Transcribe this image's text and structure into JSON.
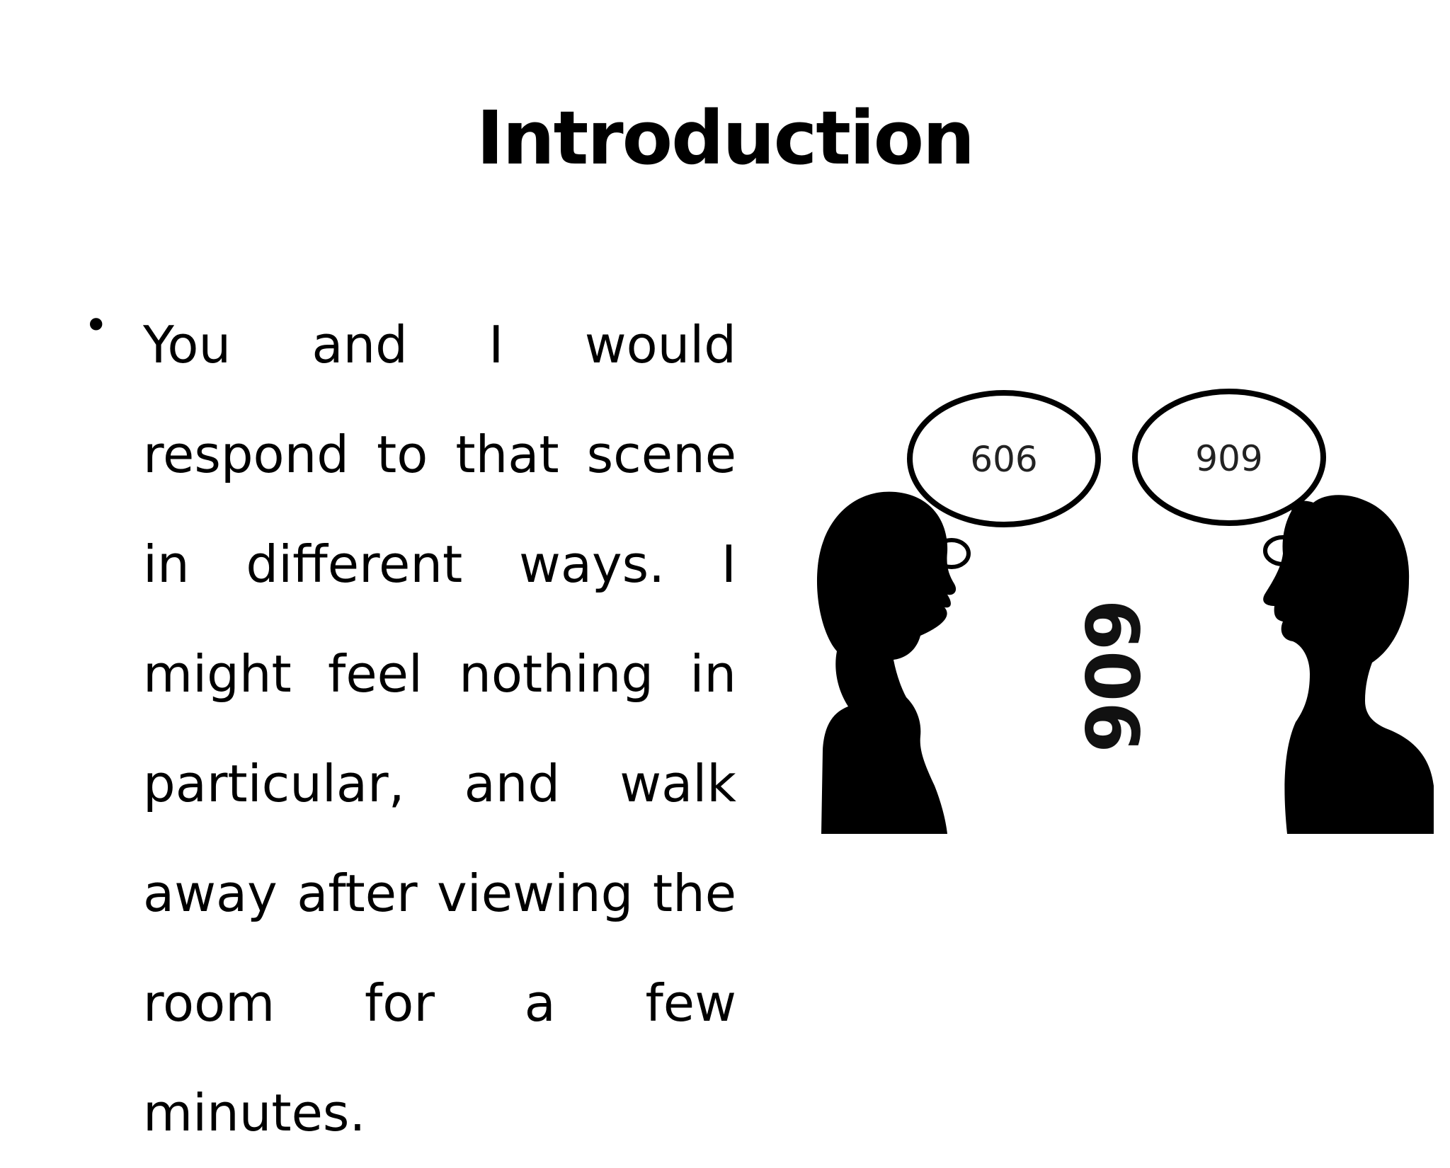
{
  "slide": {
    "title": "Introduction",
    "bullets": [
      {
        "marker": "•",
        "text": "You and I would respond to that scene in different ways. I might feel nothing in particular, and walk away after viewing the room for a few minutes."
      }
    ]
  },
  "illustration": {
    "left_bubble_text": "606",
    "right_bubble_text": "909",
    "floor_number_text": "606"
  },
  "colors": {
    "background": "#ffffff",
    "text": "#000000",
    "silhouette": "#000000"
  },
  "icons": [
    "woman-silhouette-icon",
    "man-silhouette-icon",
    "thought-bubble-icon"
  ]
}
